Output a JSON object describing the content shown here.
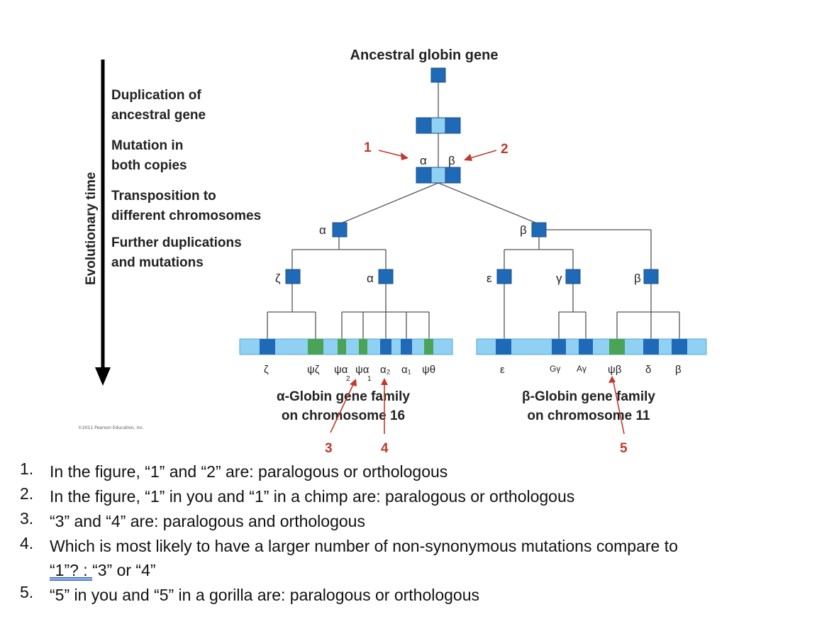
{
  "diagram": {
    "title": "Ancestral globin gene",
    "axis_label": "Evolutionary time",
    "steps": [
      {
        "line1": "Duplication of",
        "line2": "ancestral gene"
      },
      {
        "line1": "Mutation in",
        "line2": "both copies"
      },
      {
        "line1": "Transposition to",
        "line2": "different chromosomes"
      },
      {
        "line1": "Further duplications",
        "line2": "and mutations"
      }
    ],
    "branch_labels": {
      "alpha": "α",
      "beta": "β",
      "zeta": "ζ",
      "alpha_sub": "α",
      "epsilon": "ε",
      "gamma": "γ",
      "beta_sub": "β"
    },
    "alpha_family": {
      "genes": [
        "ζ",
        "ψζ",
        "ψα",
        "ψα",
        "α₂",
        "α₁",
        "ψθ"
      ],
      "psi_alpha_subs": [
        "2",
        "1"
      ],
      "label_line1": "α-Globin gene family",
      "label_line2": "on chromosome 16"
    },
    "beta_family": {
      "genes": [
        "ε",
        "Gγ",
        "Aγ",
        "ψβ",
        "δ",
        "β"
      ],
      "label_line1": "β-Globin gene family",
      "label_line2": "on chromosome 11"
    },
    "markers": [
      "1",
      "2",
      "3",
      "4",
      "5"
    ],
    "credit": "©2011 Pearson Education, Inc.",
    "colors": {
      "gene_dark": "#1f6ab7",
      "gene_light": "#8fd0f3",
      "pseudogene": "#4aa356",
      "line": "#555555",
      "marker": "#c0392b",
      "marker_arrow": "#d98888"
    }
  },
  "questions": [
    {
      "num": "1.",
      "text": "In the figure, “1” and “2” are: paralogous or orthologous"
    },
    {
      "num": "2.",
      "text": "In the figure, “1” in you and “1” in a chimp are: paralogous or orthologous"
    },
    {
      "num": "3.",
      "text": "“3” and “4” are: paralogous and orthologous"
    },
    {
      "num": "4.",
      "text": "Which is most likely to have a larger number of non-synonymous mutations compare to",
      "line2_a": "“1”?",
      "line2_b": " : ",
      "line2_c": "“3” or “4”"
    },
    {
      "num": "5.",
      "text": "“5” in you and “5” in a gorilla are: paralogous or orthologous"
    }
  ]
}
